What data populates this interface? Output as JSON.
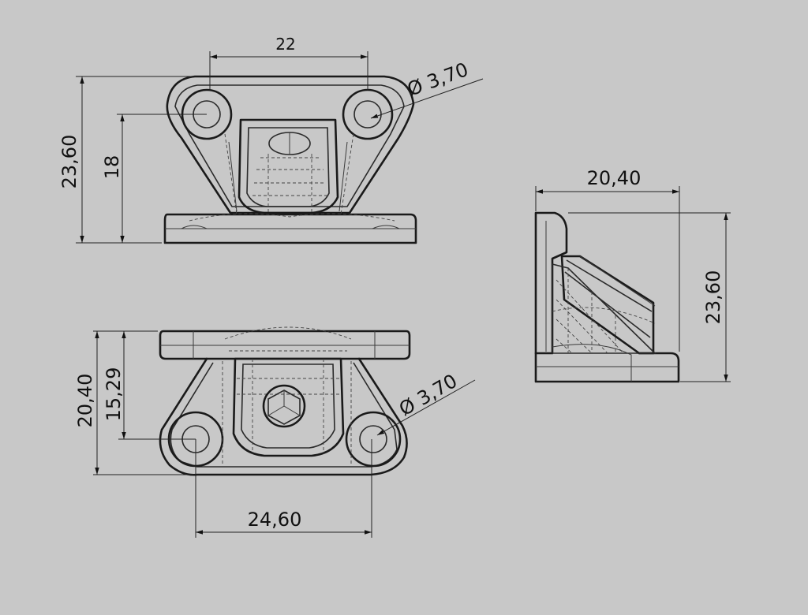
{
  "dimensions": {
    "front_width": "22",
    "front_hole_diameter": "Ø 3,70",
    "front_total_height": "23,60",
    "front_hole_height": "18",
    "top_total_depth": "20,40",
    "top_hole_depth": "15,29",
    "top_hole_diameter": "Ø 3,70",
    "top_hole_spacing": "24,60",
    "side_width": "20,40",
    "side_height": "23,60"
  },
  "colors": {
    "background": "#c8c8c8",
    "line": "#1a1a1a"
  }
}
